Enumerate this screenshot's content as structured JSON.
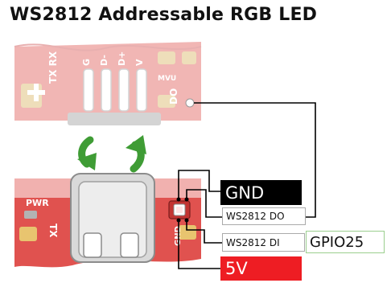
{
  "title": "WS2812 Addressable RGB LED",
  "labels": {
    "gnd": "GND",
    "ws2812_do": "WS2812 DO",
    "ws2812_di": "WS2812 DI",
    "gpio": "GPIO25",
    "v5": "5V"
  },
  "board_silkscreen": {
    "top_pins": [
      "G",
      "D-",
      "D+",
      "V"
    ],
    "top_side_label": "TX RX",
    "top_right_label": "DO",
    "top_mvu": "MVU",
    "bottom_left_labels": [
      "PWR",
      "TX"
    ],
    "bottom_right_label": "GND"
  },
  "colors": {
    "pcb": "#e0524f",
    "pcb_faded": "#f2c7c5",
    "arrow": "#3f9c35",
    "gnd_bg": "#000000",
    "v5_bg": "#ee1d23",
    "gpio_border": "#9bcf8e"
  },
  "icons": {
    "flip_arrow_down": "curved-arrow-down-icon",
    "flip_arrow_up": "curved-arrow-up-icon"
  }
}
